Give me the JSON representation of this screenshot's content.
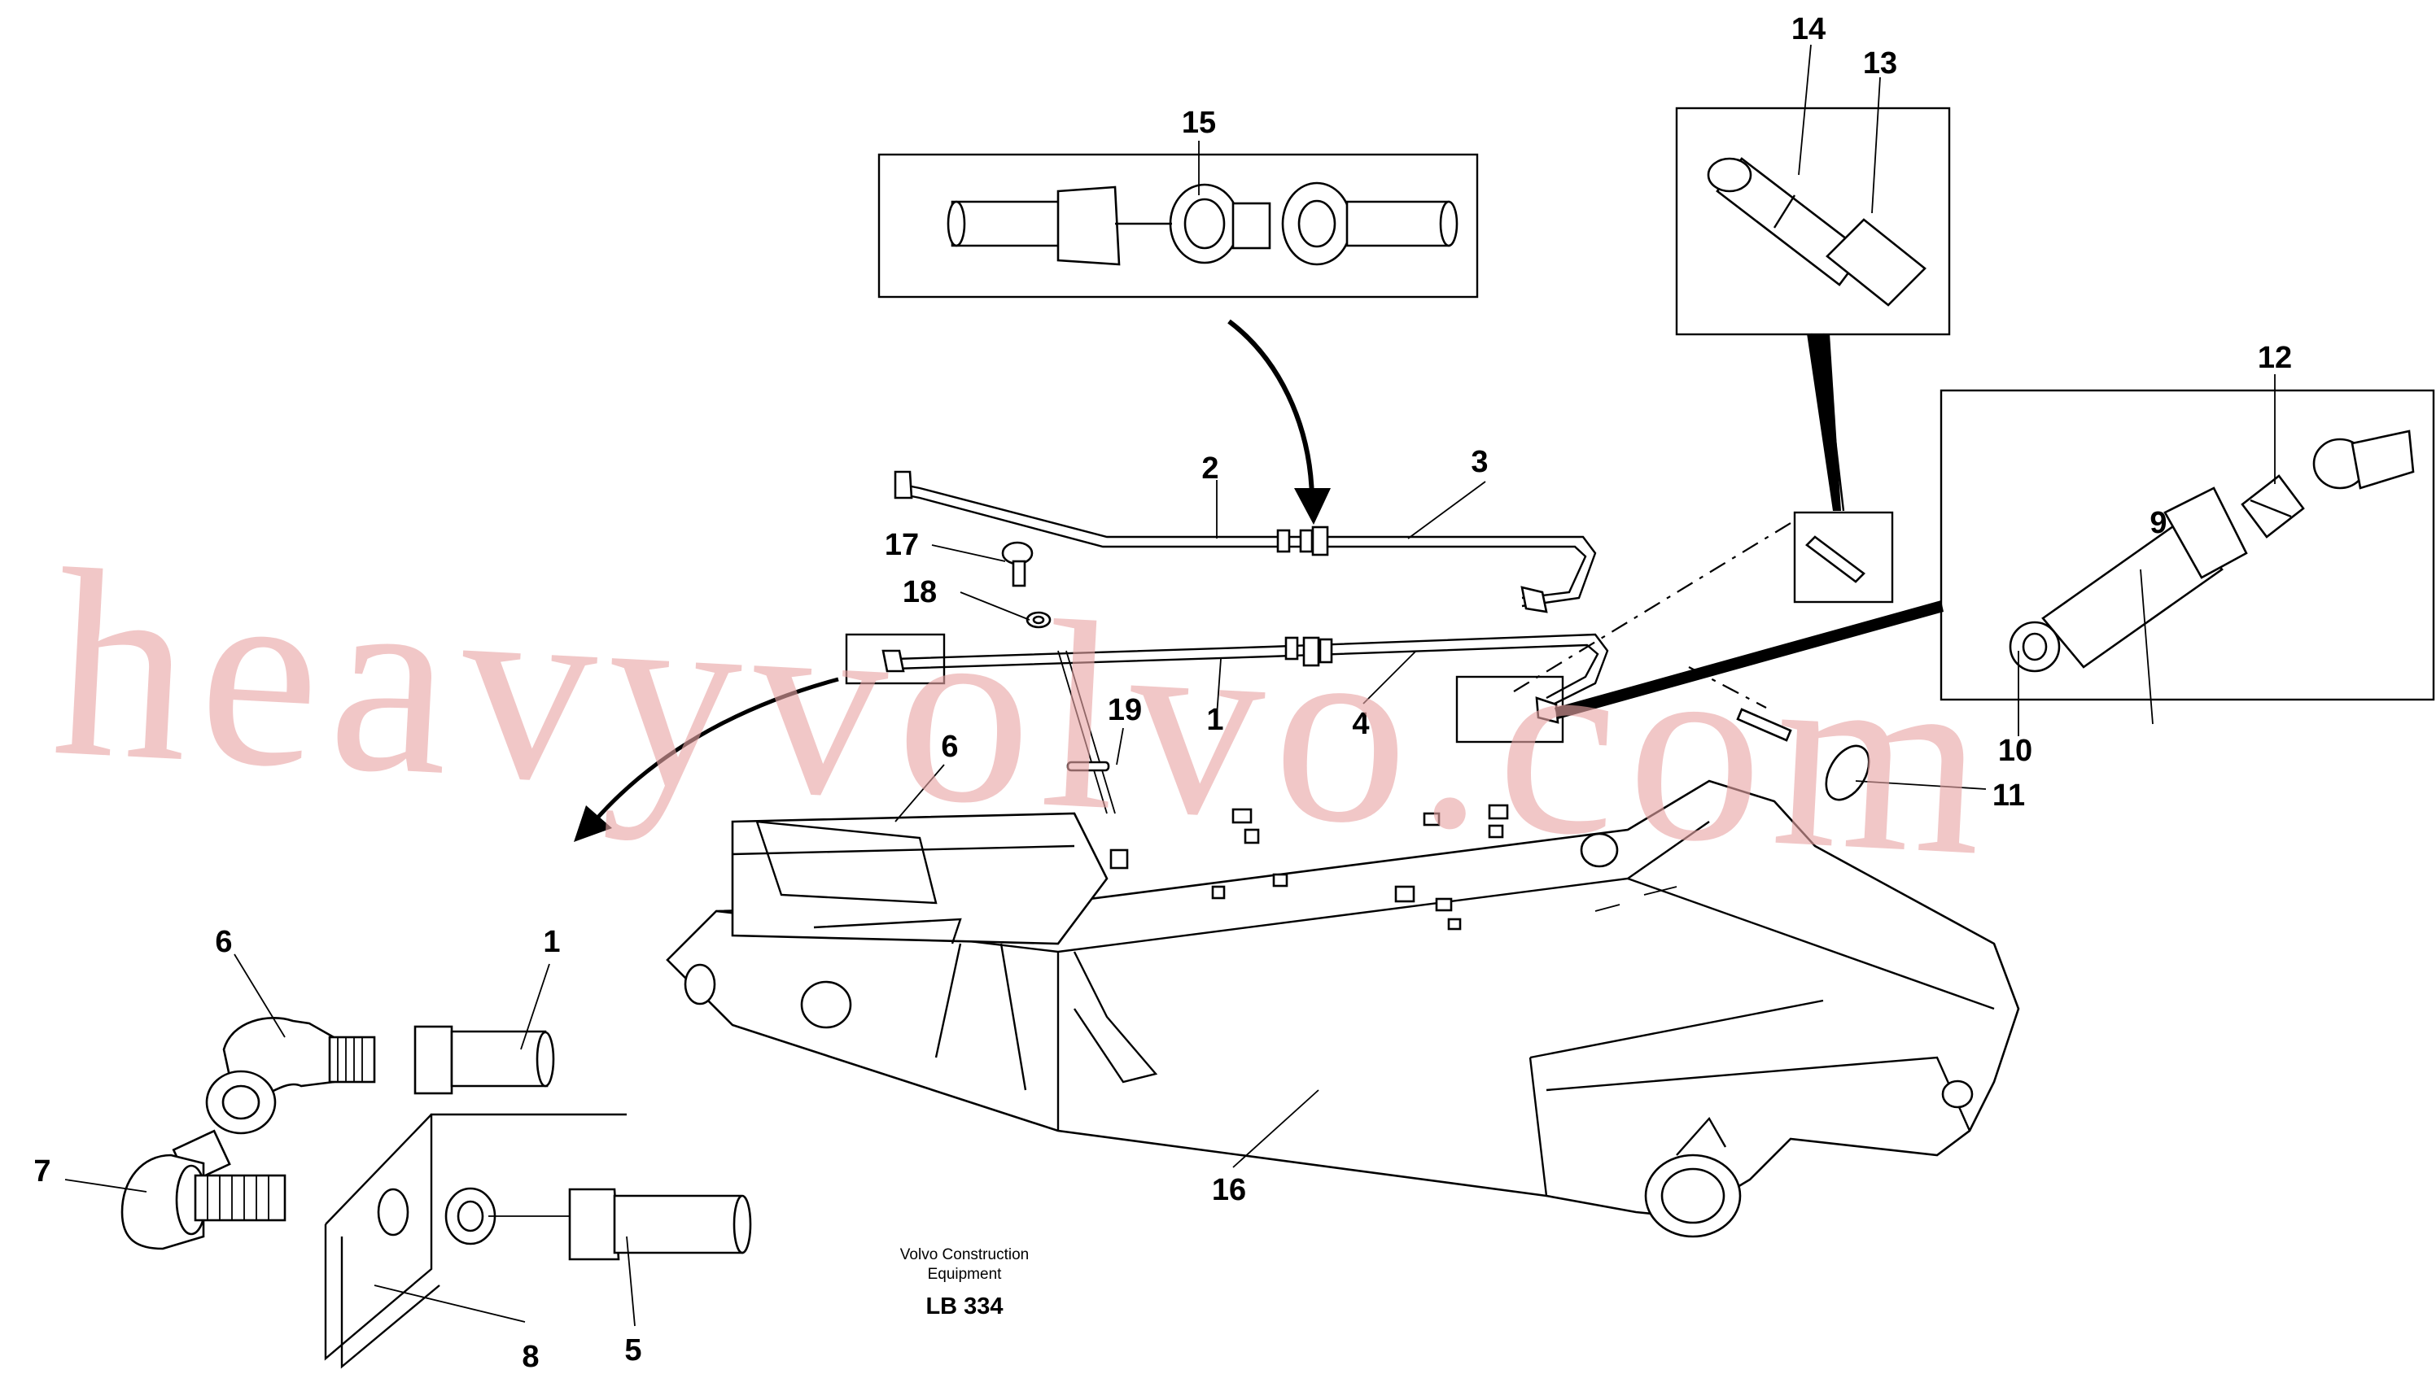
{
  "diagram": {
    "callouts": [
      "1",
      "2",
      "3",
      "4",
      "5",
      "6",
      "7",
      "8",
      "9",
      "10",
      "11",
      "12",
      "13",
      "14",
      "15",
      "16",
      "17",
      "18",
      "19"
    ],
    "detail_callouts": [
      "1",
      "5",
      "6",
      "7",
      "8"
    ],
    "credit_line1": "Volvo Construction",
    "credit_line2": "Equipment",
    "drawing_code": "LB 334",
    "watermark": "heavyvolvo.com"
  }
}
